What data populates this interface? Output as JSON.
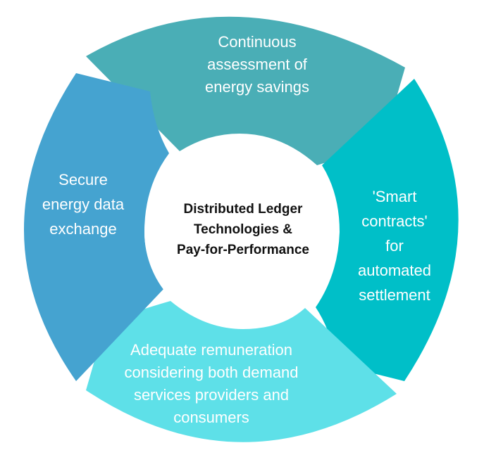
{
  "center": {
    "lines": [
      "Distributed Ledger",
      "Technologies &",
      "Pay-for-Performance"
    ]
  },
  "segments": [
    {
      "lines": [
        "Continuous",
        "assessment of",
        "energy savings"
      ],
      "color": "#4aaeb6"
    },
    {
      "lines": [
        "'Smart",
        "contracts'",
        "for",
        "automated",
        "settlement"
      ],
      "color": "#00bfc8"
    },
    {
      "lines": [
        "Adequate remuneration",
        "considering both demand",
        "services providers and",
        "consumers"
      ],
      "color": "#5ee0e8"
    },
    {
      "lines": [
        "Secure",
        "energy data",
        "exchange"
      ],
      "color": "#45a3d0"
    }
  ],
  "colors": {
    "center_fill": "#ffffff",
    "center_text": "#111111",
    "segment_text": "#ffffff"
  }
}
